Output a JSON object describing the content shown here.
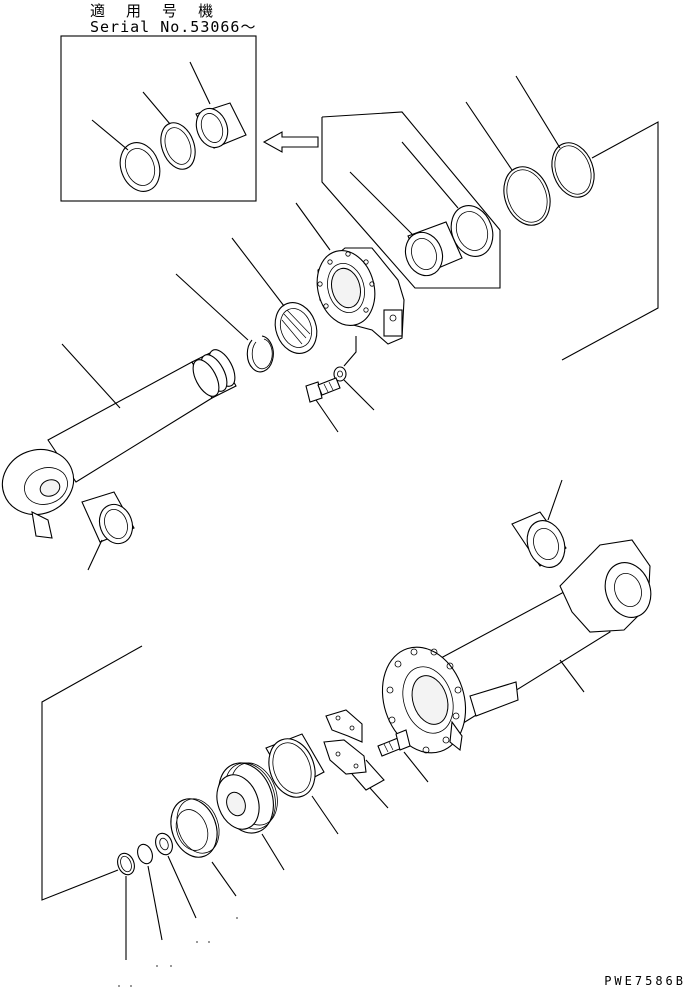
{
  "header": {
    "applicable_label": "適 用 号 機",
    "serial_label": "Serial No.53066～"
  },
  "drawing_code": "PWE7586B"
}
